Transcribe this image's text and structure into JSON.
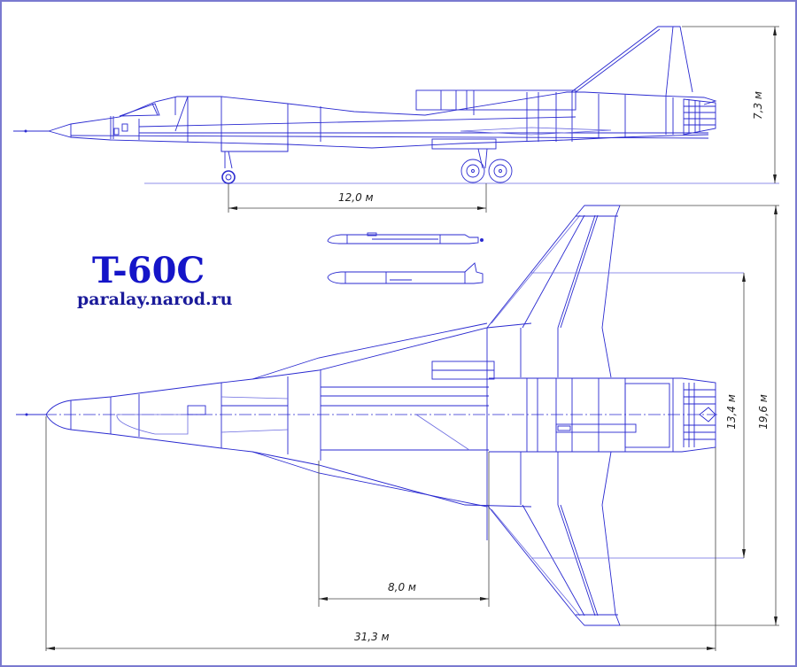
{
  "drawing": {
    "title": "T-60C",
    "website": "paralay.narod.ru",
    "type": "three-view aircraft drawing",
    "views": [
      "side-view",
      "top-view",
      "missile-side-views"
    ],
    "line_color": "#2a2ad0",
    "title_color": "#1515c8",
    "frame_color": "#7a7ad0"
  },
  "dimensions": {
    "wheelbase": "12,0 м",
    "height": "7,3 м",
    "span_swept": "13,4 м",
    "span_full": "19,6 м",
    "wing_root": "8,0 м",
    "length": "31,3 м"
  }
}
